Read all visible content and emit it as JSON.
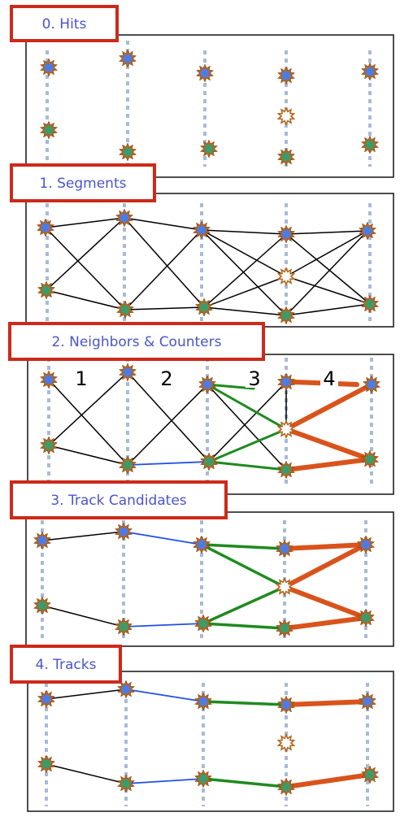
{
  "colors": {
    "frame": "#222222",
    "label_border": "#cc2a1a",
    "label_text": "#4a55c8",
    "layer_line": "#a9bad6",
    "hit_blue": "#4f7be0",
    "hit_green": "#3f9a6a",
    "hit_outline": "#b5651d",
    "segment_black": "#000000",
    "segment_blue": "#2250e6",
    "segment_green": "#1f8a1f",
    "segment_orange": "#d9531c"
  },
  "panels": [
    {
      "label": "0. Hits"
    },
    {
      "label": "1. Segments"
    },
    {
      "label": "2. Neighbors & Counters",
      "counters": [
        "1",
        "2",
        "3",
        "4"
      ]
    },
    {
      "label": "3. Track Candidates"
    },
    {
      "label": "4. Tracks"
    }
  ],
  "icons": {
    "real_hit": "starburst-dot-icon",
    "empty_hit": "hollow-starburst-icon"
  }
}
